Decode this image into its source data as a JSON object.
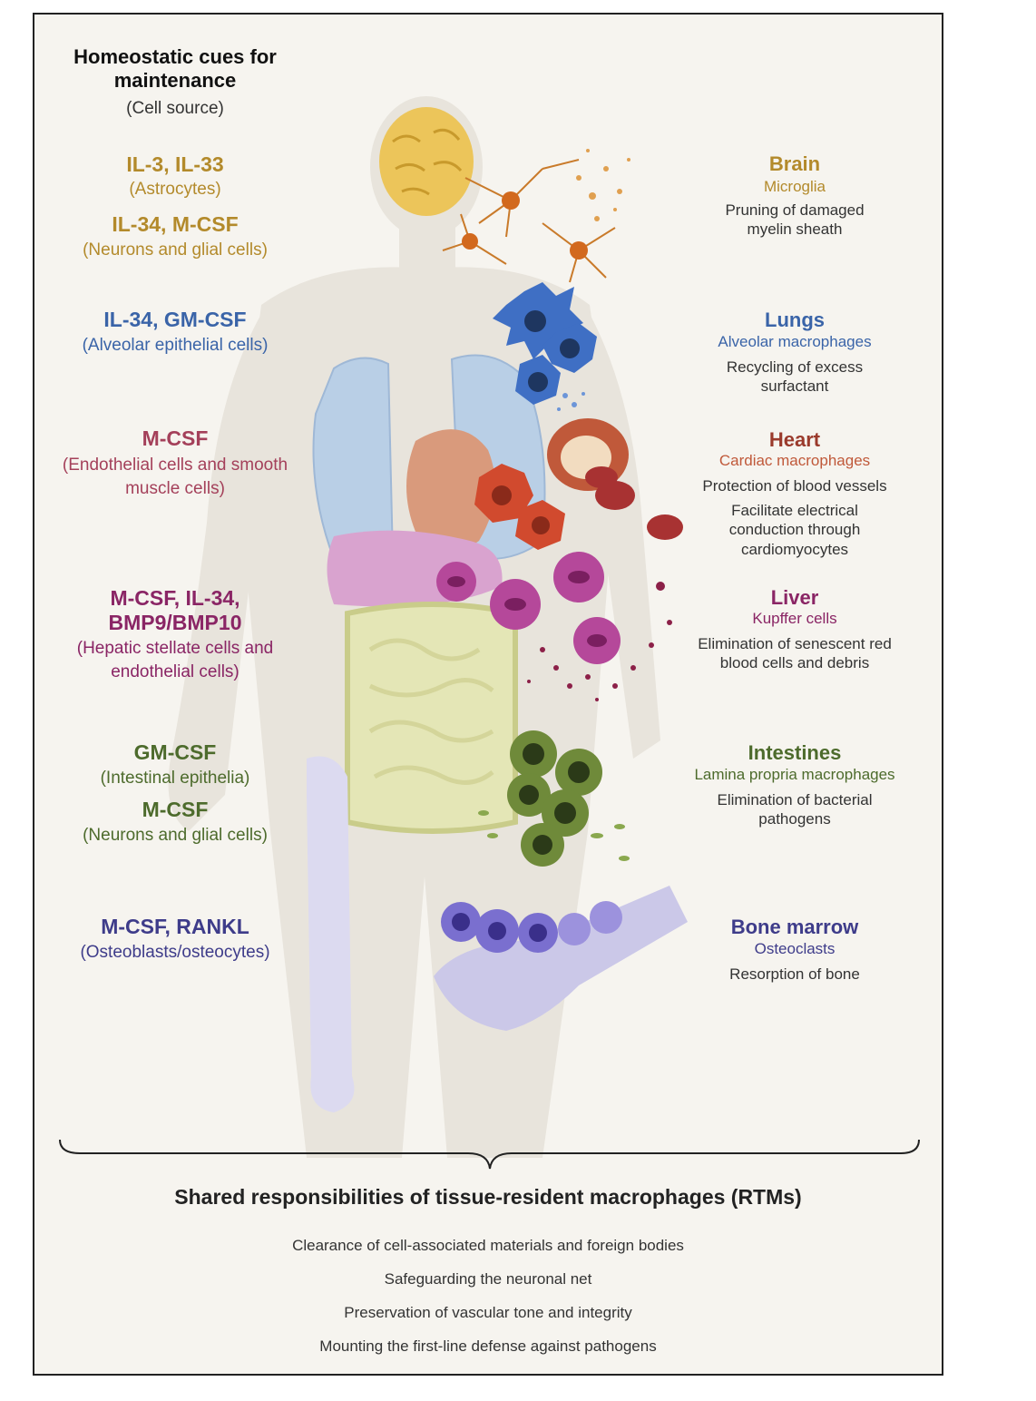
{
  "header": {
    "title": "Homeostatic cues for maintenance",
    "subtitle": "(Cell source)"
  },
  "colors": {
    "brain": "#b38a2b",
    "lungs": "#3a64a8",
    "heart": "#9a3a2c",
    "heart_cues": "#a4405a",
    "liver": "#8a2565",
    "intestines": "#4d6b2c",
    "bone": "#3e3c8a",
    "body": "#e8e4dc"
  },
  "cues": [
    {
      "id": "brain-1",
      "factors": "IL-3, IL-33",
      "source": "(Astrocytes)"
    },
    {
      "id": "brain-2",
      "factors": "IL-34, M-CSF",
      "source": "(Neurons and glial cells)"
    },
    {
      "id": "lungs",
      "factors": "IL-34, GM-CSF",
      "source": "(Alveolar epithelial cells)"
    },
    {
      "id": "heart",
      "factors": "M-CSF",
      "source": "(Endothelial cells and smooth muscle cells)"
    },
    {
      "id": "liver",
      "factors": "M-CSF, IL-34, BMP9/BMP10",
      "source": "(Hepatic stellate cells and endothelial cells)"
    },
    {
      "id": "intestines-1",
      "factors": "GM-CSF",
      "source": "(Intestinal epithelia)"
    },
    {
      "id": "intestines-2",
      "factors": "M-CSF",
      "source": "(Neurons and glial cells)"
    },
    {
      "id": "bone",
      "factors": "M-CSF, RANKL",
      "source": "(Osteoblasts/osteocytes)"
    }
  ],
  "organs": [
    {
      "id": "brain",
      "name": "Brain",
      "cell": "Microglia",
      "functions": [
        "Pruning of damaged myelin sheath"
      ]
    },
    {
      "id": "lungs",
      "name": "Lungs",
      "cell": "Alveolar macrophages",
      "functions": [
        "Recycling of excess surfactant"
      ]
    },
    {
      "id": "heart",
      "name": "Heart",
      "cell": "Cardiac macrophages",
      "functions": [
        "Protection of blood vessels",
        "Facilitate electrical conduction through cardiomyocytes"
      ]
    },
    {
      "id": "liver",
      "name": "Liver",
      "cell": "Kupffer cells",
      "functions": [
        "Elimination of senescent red blood cells and debris"
      ]
    },
    {
      "id": "intestines",
      "name": "Intestines",
      "cell": "Lamina propria macrophages",
      "functions": [
        "Elimination of bacterial pathogens"
      ]
    },
    {
      "id": "bone",
      "name": "Bone marrow",
      "cell": "Osteoclasts",
      "functions": [
        "Resorption of bone"
      ]
    }
  ],
  "shared": {
    "title": "Shared responsibilities of tissue-resident macrophages (RTMs)",
    "items": [
      "Clearance of cell-associated materials and foreign bodies",
      "Safeguarding the neuronal net",
      "Preservation of vascular tone and integrity",
      "Mounting the first-line defense against pathogens"
    ]
  }
}
